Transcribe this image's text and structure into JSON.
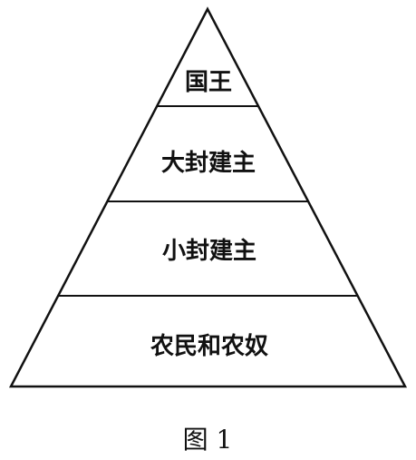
{
  "diagram": {
    "tiers": [
      {
        "label": "国王"
      },
      {
        "label": "大封建主"
      },
      {
        "label": "小封建主"
      },
      {
        "label": "农民和农奴"
      }
    ],
    "caption": "图 1",
    "colors": {
      "stroke": "#111111",
      "fill": "#ffffff",
      "text": "#111111"
    }
  }
}
